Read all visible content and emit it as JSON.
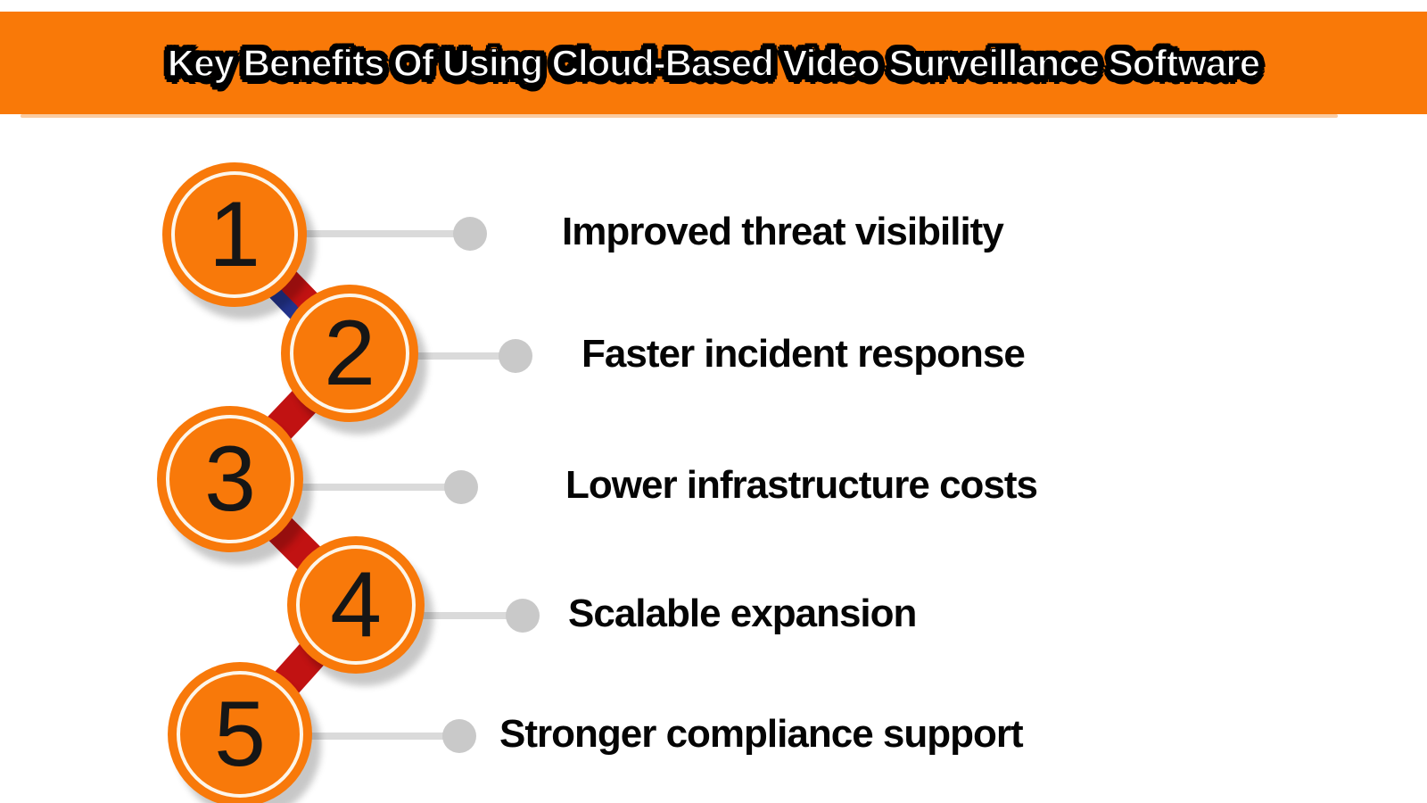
{
  "header": {
    "title": "Key Benefits Of Using Cloud-Based Video Surveillance Software"
  },
  "items": [
    {
      "number": "1",
      "label": "Improved threat visibility"
    },
    {
      "number": "2",
      "label": "Faster incident response"
    },
    {
      "number": "3",
      "label": "Lower infrastructure costs"
    },
    {
      "number": "4",
      "label": "Scalable expansion"
    },
    {
      "number": "5",
      "label": "Stronger compliance support"
    }
  ],
  "colors": {
    "background": "#ffffff",
    "banner_orange": "#f97908",
    "title_fill": "#ffffff",
    "title_outline": "#000000",
    "circle_fill": "#f8790a",
    "circle_ring": "#fdf6ea",
    "number_color": "#161616",
    "connector_red": "#c11212",
    "connector_blue": "#23338c",
    "leader_line_gray": "#dadada",
    "leader_dot_gray": "#c9c9c9",
    "label_color": "#050505"
  }
}
